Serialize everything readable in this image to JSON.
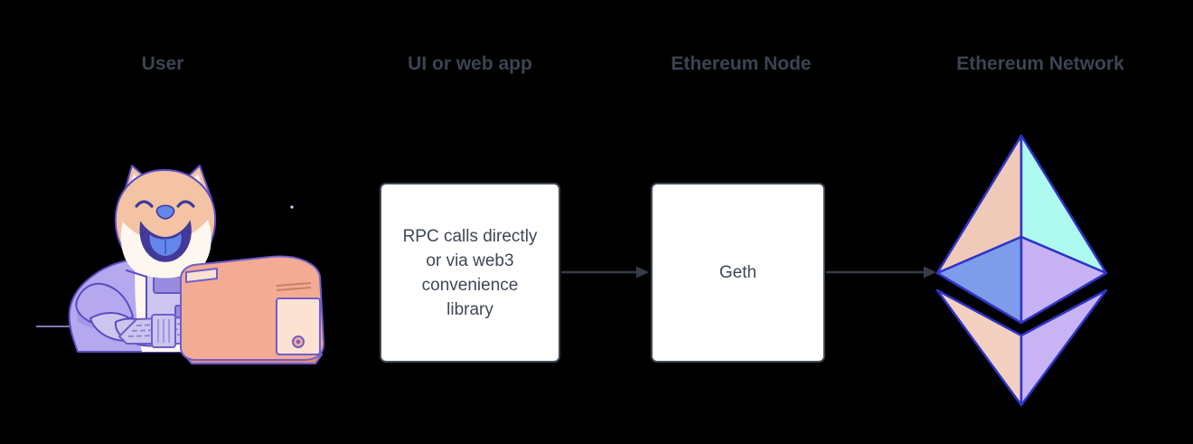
{
  "diagram": {
    "columns": [
      {
        "title": "User"
      },
      {
        "title": "UI or web app"
      },
      {
        "title": "Ethereum Node"
      },
      {
        "title": "Ethereum Network"
      }
    ],
    "boxes": {
      "ui_box": {
        "lines": [
          "RPC calls directly",
          "or via web3",
          "convenience",
          "library"
        ]
      },
      "node_box": {
        "label": "Geth"
      }
    },
    "icons": {
      "user": "doge-astronaut-at-computer-illustration",
      "network": "ethereum-logo"
    },
    "arrows": [
      {
        "from": "ui-web-app",
        "to": "ethereum-node"
      },
      {
        "from": "ethereum-node",
        "to": "ethereum-network"
      }
    ]
  },
  "colors": {
    "background": "#000000",
    "heading_text": "#3c4452",
    "box_background": "#ffffff",
    "box_border": "#404a55",
    "box_text": "#3e4855",
    "arrow": "#363d49",
    "eth_outline": "#2e34c8",
    "eth_top_left": "#efcab8",
    "eth_top_right": "#aefaf1",
    "eth_mid_left": "#7d9ce9",
    "eth_mid_right": "#c7b2f3",
    "eth_bottom_left": "#f3d0c0",
    "eth_bottom_right": "#c8b3f4",
    "fur_peach": "#f4c3a4",
    "fur_cream": "#fdf7f0",
    "suit_purple": "#b5a8ee",
    "suit_light": "#cdc5ee",
    "suit_dark": "#9486dd",
    "ink_purple": "#5b4cc4",
    "pc_salmon": "#f3ab93",
    "pc_light": "#fbe2d3",
    "pc_dark": "#e08f7a",
    "pc_outline": "#6f5ecb",
    "tongue_blue": "#6488ea",
    "mouth_indigo": "#42399b"
  }
}
